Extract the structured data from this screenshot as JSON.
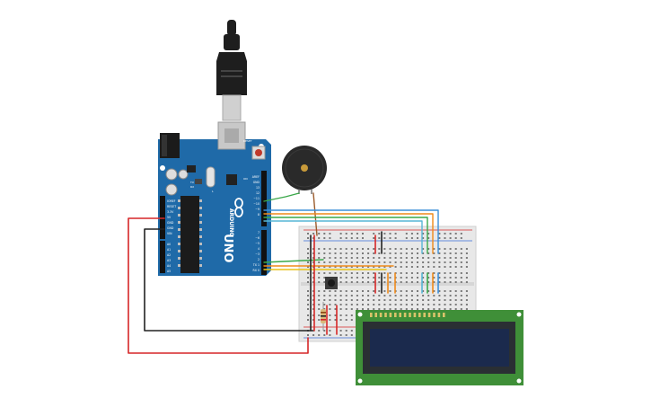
{
  "board": {
    "brand": "ARDUINO",
    "model": "UNO",
    "reset_label": "RESET",
    "power_labels": [
      "IOREF",
      "RESET",
      "3.3V",
      "5V",
      "GND",
      "GND",
      "VIN"
    ],
    "analog_labels": [
      "A0",
      "A1",
      "A2",
      "A3",
      "A4",
      "A5"
    ],
    "digital_labels": [
      "AREF",
      "GND",
      "13",
      "12",
      "~11",
      "~10",
      "~9",
      "8",
      "7",
      "~6",
      "~5",
      "4",
      "~3",
      "2",
      "TX 1",
      "RX 0"
    ],
    "tx_label": "TX",
    "rx_label": "RX",
    "l_label": "L",
    "on_label": "ON"
  },
  "colors": {
    "board": "#1f6aa8",
    "board_dark": "#165488",
    "usb_black": "#1e1e1e",
    "usb_metal": "#c8c8c8",
    "breadboard": "#e6e6e6",
    "lcd_pcb": "#3f8f38",
    "lcd_screen": "#1b2a4d",
    "wire_red": "#d62728",
    "wire_black": "#222222",
    "wire_green": "#3aa84a",
    "wire_orange": "#ef8a1a",
    "wire_yellow": "#e8c219",
    "wire_blue": "#3b8fd9",
    "wire_brown": "#9a5a2a",
    "piezo": "#2a2a2a",
    "piezo_center": "#c89a3a"
  }
}
